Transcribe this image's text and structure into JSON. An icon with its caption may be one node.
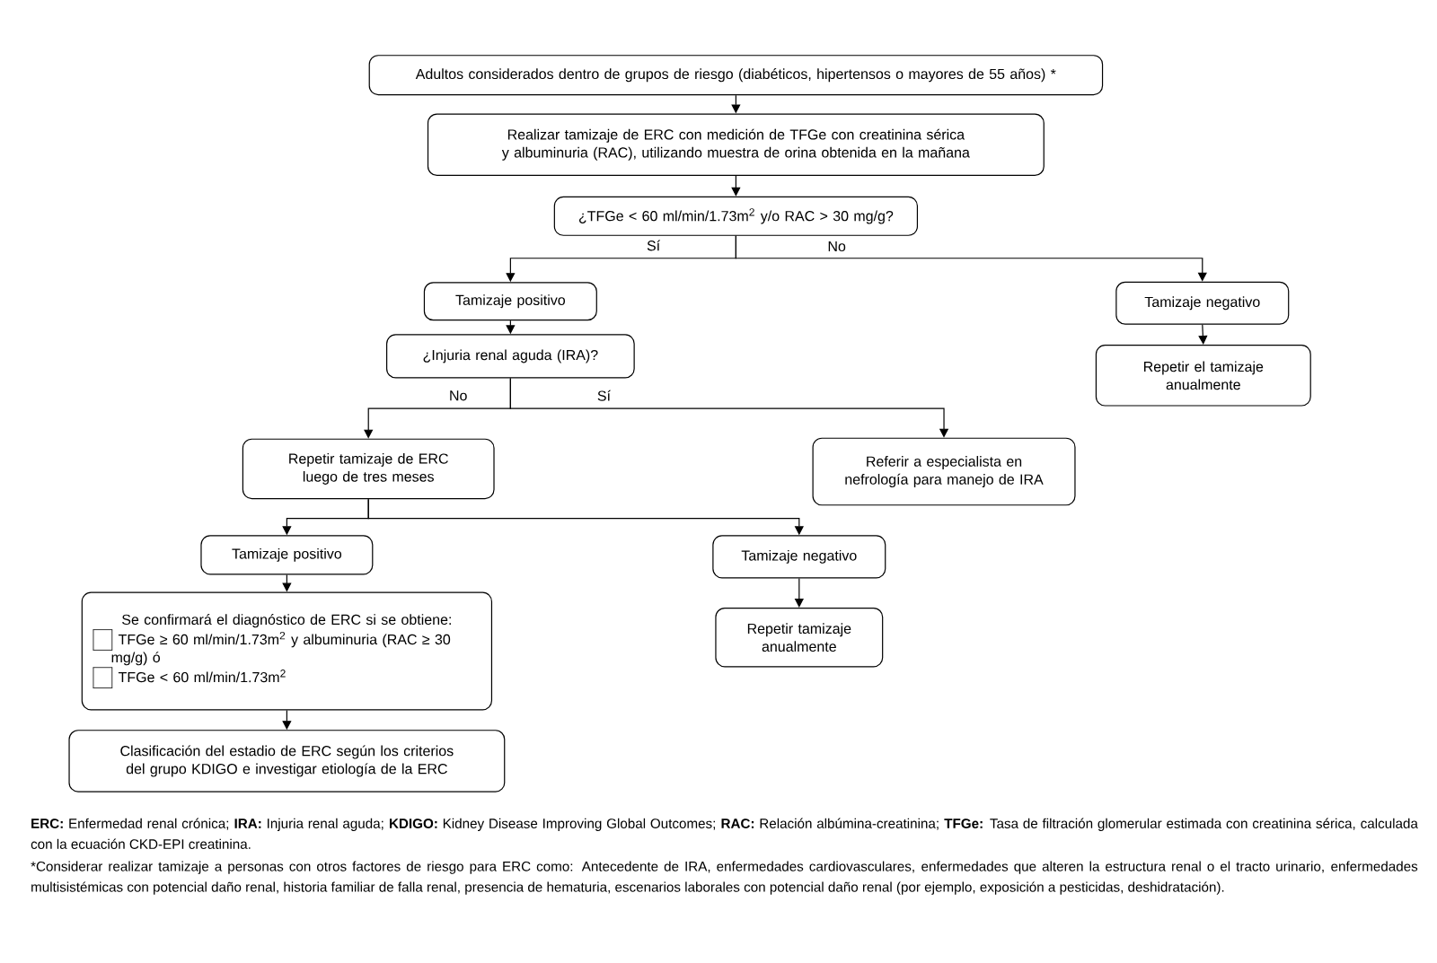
{
  "diagram": {
    "nodes": [
      {
        "text": [
          "Adultos considerados dentro de grupos de riesgo (diabéticos, hipertensos o mayores de 55 años) *"
        ]
      },
      {
        "text": [
          "Realizar tamizaje de ERC con medición de TFGe con creatinina sérica y albuminuria (RAC), utilizando muestra de orina obtenida en la mañana"
        ]
      },
      {
        "text": [
          "¿TFGe < 60 ml/min/1.73m$^{2}$ y/o RAC > 30 mg/g?"
        ]
      },
      {
        "text": [
          "Tamizaje positivo"
        ]
      },
      {
        "text": [
          "Tamizaje negativo"
        ]
      },
      {
        "text": [
          "¿Injuria renal aguda (IRA)?"
        ]
      },
      {
        "text": [
          "Repetir el tamizaje anualmente"
        ]
      },
      {
        "text": [
          "Repetir tamizaje de ERC luego de tres meses"
        ]
      },
      {
        "text": [
          "Referir a especialista en nefrología para manejo de IRA"
        ]
      },
      {
        "text": [
          "Tamizaje positivo"
        ]
      },
      {
        "text": [
          "Tamizaje negativo"
        ]
      },
      {
        "text": [
          "Se confirmará el diagnóstico de ERC si se obtiene:",
          "TFGe ≥ 60 ml/min/1.73m$^{2}$ y albuminuria (RAC ≥ 30 mg/g) ó",
          "TFGe < 60 ml/min/1.73m$^{2}$"
        ]
      },
      {
        "text": [
          "Repetir tamizaje anualmente"
        ]
      },
      {
        "text": [
          "Clasificación del estadio de ERC según los criterios del grupo KDIGO e investigar etiología de la ERC"
        ]
      }
    ],
    "edges": [
      {
        "from": 0,
        "to": 1,
        "arrow": "to"
      },
      {
        "from": 1,
        "to": 2,
        "arrow": "to"
      },
      {
        "from": 2,
        "to": 3,
        "arrow": "to",
        "label": "Sí"
      },
      {
        "from": 2,
        "to": 4,
        "arrow": "to",
        "label": "No"
      },
      {
        "from": 3,
        "to": 5,
        "arrow": "to"
      },
      {
        "from": 4,
        "to": 6,
        "arrow": "to"
      },
      {
        "from": 5,
        "to": 7,
        "arrow": "to",
        "label": "No"
      },
      {
        "from": 5,
        "to": 8,
        "arrow": "to",
        "label": "Sí"
      },
      {
        "from": 7,
        "to": 9,
        "arrow": "to"
      },
      {
        "from": 7,
        "to": 10,
        "arrow": "to"
      },
      {
        "from": 9,
        "to": 11,
        "arrow": "to"
      },
      {
        "from": 10,
        "to": 12,
        "arrow": "to"
      },
      {
        "from": 11,
        "to": 13,
        "arrow": "to"
      }
    ],
    "labels": [
      "**ERC:** Enfermedad renal crónica; **IRA:** Injuria renal aguda; **KDIGO:** Kidney Disease Improving Global Outcomes; **RAC:** Relación albúmina-creatinina; **TFGe:** Tasa de filtración glomerular estimada con creatinina sérica, calculada con la ecuación CKD-EPI creatinina.",
      "*Considerar realizar tamizaje a personas con otros factores de riesgo para ERC como: Antecedente de IRA, enfermedades cardiovasculares, enfermedades que alteren la estructura renal o el tracto urinario, enfermedades multisistémicas con potencial daño renal, historia familiar de falla renal, presencia de hematuria, escenarios laborales con potencial daño renal (por ejemplo, exposición a pesticidas, deshidratación)."
    ]
  }
}
